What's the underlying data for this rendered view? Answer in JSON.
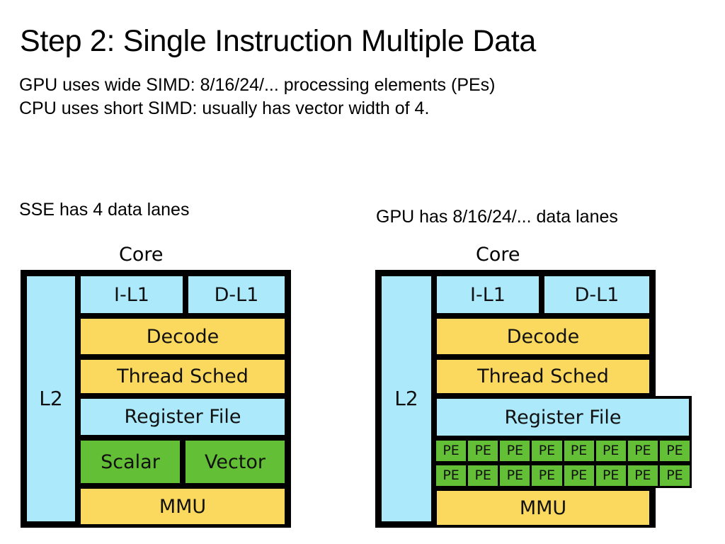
{
  "slide": {
    "title": "Step 2: Single Instruction Multiple Data",
    "subtitle_line1": "GPU uses wide SIMD: 8/16/24/... processing elements (PEs)",
    "subtitle_line2": "CPU uses short SIMD: usually has vector width of 4."
  },
  "cpu_panel": {
    "caption": "SSE has 4 data lanes",
    "core_label": "Core",
    "l2": "L2",
    "il1": "I-L1",
    "dl1": "D-L1",
    "decode": "Decode",
    "thread_sched": "Thread Sched",
    "register_file": "Register File",
    "scalar": "Scalar",
    "vector": "Vector",
    "mmu": "MMU"
  },
  "gpu_panel": {
    "caption": "GPU has 8/16/24/... data lanes",
    "core_label": "Core",
    "l2": "L2",
    "il1": "I-L1",
    "dl1": "D-L1",
    "decode": "Decode",
    "thread_sched": "Thread Sched",
    "register_file": "Register File",
    "mmu": "MMU",
    "pe_label": "PE",
    "pe_rows": 2,
    "pe_per_row": 8,
    "pe_row_1": [
      "PE",
      "PE",
      "PE",
      "PE",
      "PE",
      "PE",
      "PE",
      "PE"
    ],
    "pe_row_2": [
      "PE",
      "PE",
      "PE",
      "PE",
      "PE",
      "PE",
      "PE",
      "PE"
    ]
  },
  "colors": {
    "cache_blue": "#ACE9FB",
    "control_yellow": "#FBD95E",
    "execution_green": "#63BF36",
    "outline_black": "#000000",
    "background_white": "#FFFFFF"
  }
}
